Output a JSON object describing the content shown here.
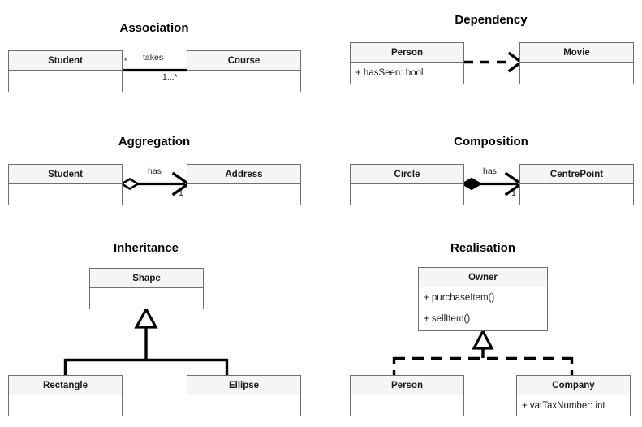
{
  "diagram": {
    "title_style": "UML relationship cheat sheet",
    "background_color": "#ffffff",
    "line_color": "#000000",
    "box_border_color": "#6f6f6f",
    "header_fill_color": "#f5f5f5"
  },
  "panels": [
    {
      "key": "association",
      "title": "Association",
      "relationship": "association",
      "source_class": {
        "name": "Student",
        "attributes": []
      },
      "target_class": {
        "name": "Course",
        "attributes": []
      },
      "edge": {
        "label": "takes",
        "source_multiplicity": "*",
        "target_multiplicity": "1...*",
        "line": "solid",
        "source_decoration": "none",
        "target_decoration": "none"
      }
    },
    {
      "key": "dependency",
      "title": "Dependency",
      "relationship": "dependency",
      "source_class": {
        "name": "Person",
        "attributes": [
          "+ hasSeen: bool"
        ]
      },
      "target_class": {
        "name": "Movie",
        "attributes": []
      },
      "edge": {
        "label": "",
        "source_multiplicity": "",
        "target_multiplicity": "",
        "line": "dashed",
        "source_decoration": "none",
        "target_decoration": "open-arrow"
      }
    },
    {
      "key": "aggregation",
      "title": "Aggregation",
      "relationship": "aggregation",
      "source_class": {
        "name": "Student",
        "attributes": []
      },
      "target_class": {
        "name": "Address",
        "attributes": []
      },
      "edge": {
        "label": "has",
        "source_multiplicity": "",
        "target_multiplicity": "1",
        "line": "solid",
        "source_decoration": "hollow-diamond",
        "target_decoration": "open-arrow"
      }
    },
    {
      "key": "composition",
      "title": "Composition",
      "relationship": "composition",
      "source_class": {
        "name": "Circle",
        "attributes": []
      },
      "target_class": {
        "name": "CentrePoint",
        "attributes": []
      },
      "edge": {
        "label": "has",
        "source_multiplicity": "",
        "target_multiplicity": "1",
        "line": "solid",
        "source_decoration": "filled-diamond",
        "target_decoration": "open-arrow"
      }
    },
    {
      "key": "inheritance",
      "title": "Inheritance",
      "relationship": "inheritance",
      "parent_class": {
        "name": "Shape",
        "attributes": []
      },
      "child_classes": [
        {
          "name": "Rectangle",
          "attributes": []
        },
        {
          "name": "Ellipse",
          "attributes": []
        }
      ],
      "edge": {
        "line": "solid",
        "parent_decoration": "hollow-triangle"
      }
    },
    {
      "key": "realisation",
      "title": "Realisation",
      "relationship": "realisation",
      "parent_class": {
        "name": "Owner",
        "attributes": [
          "+ purchaseItem()",
          "+ sellItem()"
        ]
      },
      "child_classes": [
        {
          "name": "Person",
          "attributes": []
        },
        {
          "name": "Company",
          "attributes": [
            "+ vatTaxNumber: int"
          ]
        }
      ],
      "edge": {
        "line": "dashed",
        "parent_decoration": "hollow-triangle"
      }
    }
  ]
}
